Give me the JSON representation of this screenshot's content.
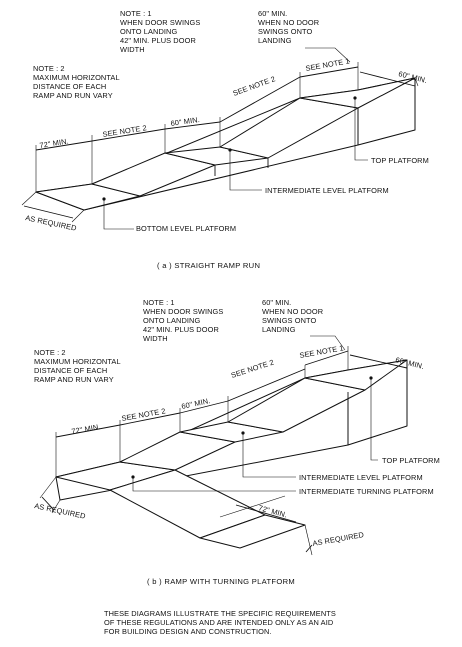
{
  "diagram_a": {
    "note1": [
      "NOTE : 1",
      "WHEN DOOR SWINGS",
      "ONTO LANDING",
      "42\" MIN. PLUS DOOR",
      "WIDTH"
    ],
    "note_top_right": [
      "60\" MIN.",
      "WHEN NO DOOR",
      "SWINGS ONTO",
      "LANDING"
    ],
    "note2": [
      "NOTE : 2",
      "MAXIMUM HORIZONTAL",
      "DISTANCE OF EACH",
      "RAMP AND RUN VARY"
    ],
    "dim_72": "72\" MIN.",
    "see_note2_a": "SEE NOTE 2",
    "dim_60_mid": "60\" MIN.",
    "see_note2_b": "SEE NOTE 2",
    "see_note1": "SEE NOTE 1",
    "dim_60_top": "60\" MIN.",
    "top_platform": "TOP PLATFORM",
    "intermediate_level_platform": "INTERMEDIATE LEVEL PLATFORM",
    "bottom_level_platform": "BOTTOM LEVEL PLATFORM",
    "as_required": "AS REQUIRED",
    "caption": "( a ) STRAIGHT RAMP RUN"
  },
  "diagram_b": {
    "note1": [
      "NOTE : 1",
      "WHEN DOOR SWINGS",
      "ONTO LANDING",
      "42\" MIN. PLUS DOOR",
      "WIDTH"
    ],
    "note_top_right": [
      "60\" MIN.",
      "WHEN NO DOOR",
      "SWINGS ONTO",
      "LANDING"
    ],
    "note2": [
      "NOTE : 2",
      "MAXIMUM HORIZONTAL",
      "DISTANCE OF EACH",
      "RAMP AND RUN VARY"
    ],
    "dim_72": "72\" MIN.",
    "see_note2_a": "SEE NOTE 2",
    "dim_60_mid": "60\" MIN.",
    "see_note2_b": "SEE NOTE 2",
    "see_note1": "SEE NOTE 1",
    "dim_60_top": "60\" MIN.",
    "top_platform": "TOP PLATFORM",
    "intermediate_level_platform": "INTERMEDIATE LEVEL PLATFORM",
    "intermediate_turning_platform": "INTERMEDIATE TURNING PLATFORM",
    "as_required_left": "AS REQUIRED",
    "dim_72_right": "72\" MIN.",
    "as_required_right": "AS REQUIRED",
    "caption": "( b ) RAMP WITH TURNING PLATFORM"
  },
  "disclaimer": [
    "THESE DIAGRAMS ILLUSTRATE THE SPECIFIC REQUIREMENTS",
    "OF THESE REGULATIONS AND ARE INTENDED ONLY AS AN AID",
    "FOR BUILDING DESIGN AND CONSTRUCTION."
  ]
}
